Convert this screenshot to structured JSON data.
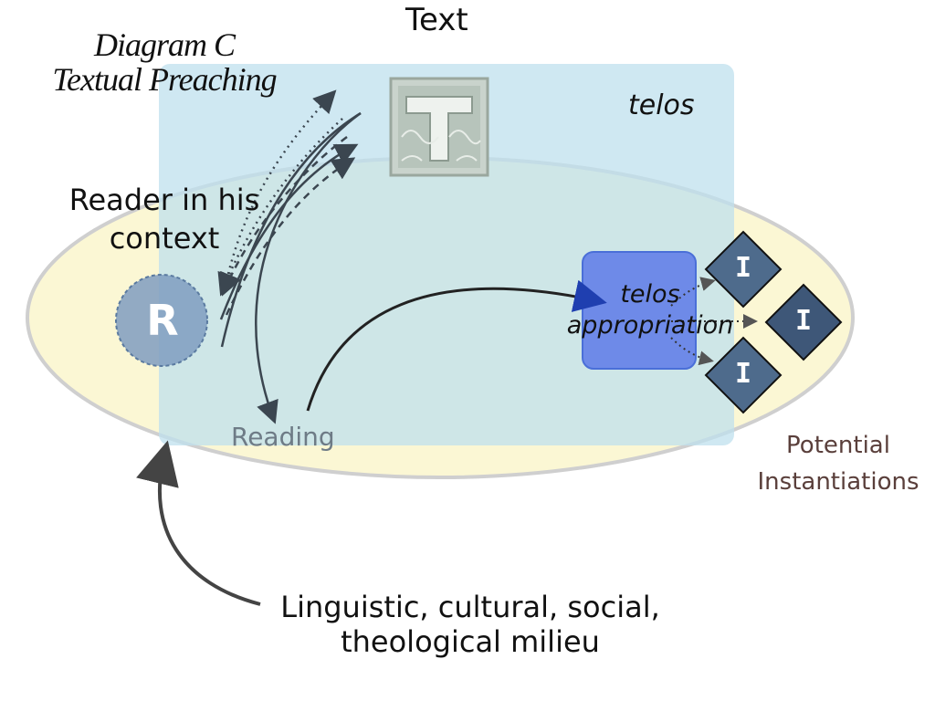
{
  "title": {
    "line1": "Diagram C",
    "line2": "Textual Preaching"
  },
  "text_label": "Text",
  "telos_label": "telos",
  "reader_label": {
    "line1": "Reader in his",
    "line2": "context"
  },
  "reader_circle_letter": "R",
  "reading_label": "Reading",
  "telos_appropriation": {
    "line1": "telos",
    "line2": "appropriation"
  },
  "instantiation_letter": "I",
  "potential_instantiations": {
    "line1": "Potential",
    "line2": "Instantiations"
  },
  "milieu_label": {
    "line1": "Linguistic, cultural, social,",
    "line2": "theological milieu"
  },
  "icons": [
    "illuminated-letter-t-icon",
    "reader-circle-icon",
    "instantiation-diamond-icon"
  ],
  "colors": {
    "text_box": "#cfe6f2",
    "context_ellipse": "#fbf7d4",
    "telos_box": "#6e8ae8",
    "diamond": "#4e6b8c",
    "arrow": "#444444"
  }
}
